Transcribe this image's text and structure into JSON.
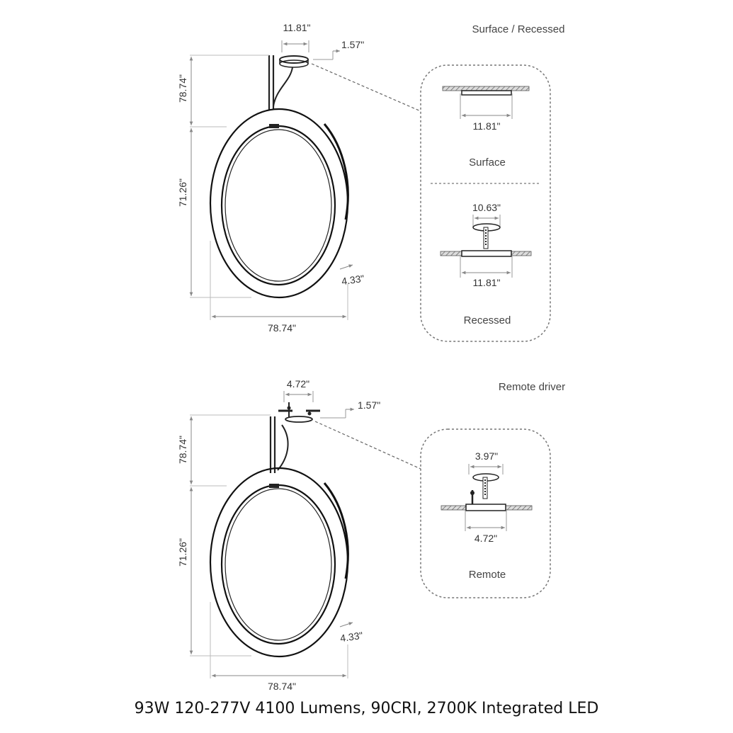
{
  "top": {
    "heading": "Surface / Recessed",
    "canopy_width": "11.81\"",
    "canopy_height": "1.57\"",
    "cable_length": "78.74\"",
    "ring_height": "71.26\"",
    "ring_depth": "4.33\"",
    "ring_width": "78.74\"",
    "detail": {
      "surface_width": "11.81\"",
      "surface_label": "Surface",
      "recessed_top_width": "10.63\"",
      "recessed_width": "11.81\"",
      "recessed_label": "Recessed"
    }
  },
  "bottom": {
    "heading": "Remote driver",
    "canopy_width": "4.72\"",
    "canopy_height": "1.57\"",
    "cable_length": "78.74\"",
    "ring_height": "71.26\"",
    "ring_depth": "4.33\"",
    "ring_width": "78.74\"",
    "detail": {
      "remote_top_width": "3.97\"",
      "remote_width": "4.72\"",
      "remote_label": "Remote"
    }
  },
  "footer": "93W 120-277V 4100 Lumens, 90CRI, 2700K Integrated LED"
}
